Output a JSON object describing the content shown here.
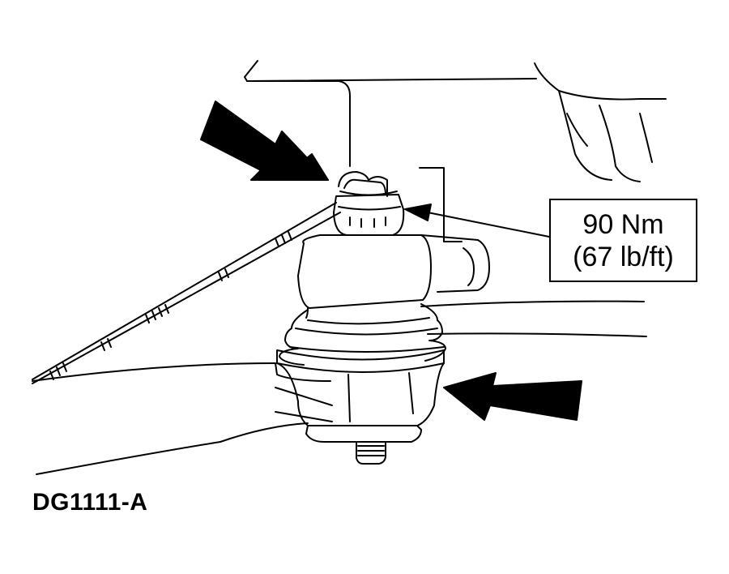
{
  "callout": {
    "torque_metric": "90 Nm",
    "torque_imperial": "(67 lb/ft)"
  },
  "figure": {
    "code": "DG1111-A"
  },
  "icons": {
    "arrow_upper_left": "solid-pointer-arrow",
    "arrow_lower_right": "solid-pointer-arrow",
    "leader": "leader-line-arrow"
  },
  "colors": {
    "ink": "#000000",
    "paper": "#ffffff"
  }
}
